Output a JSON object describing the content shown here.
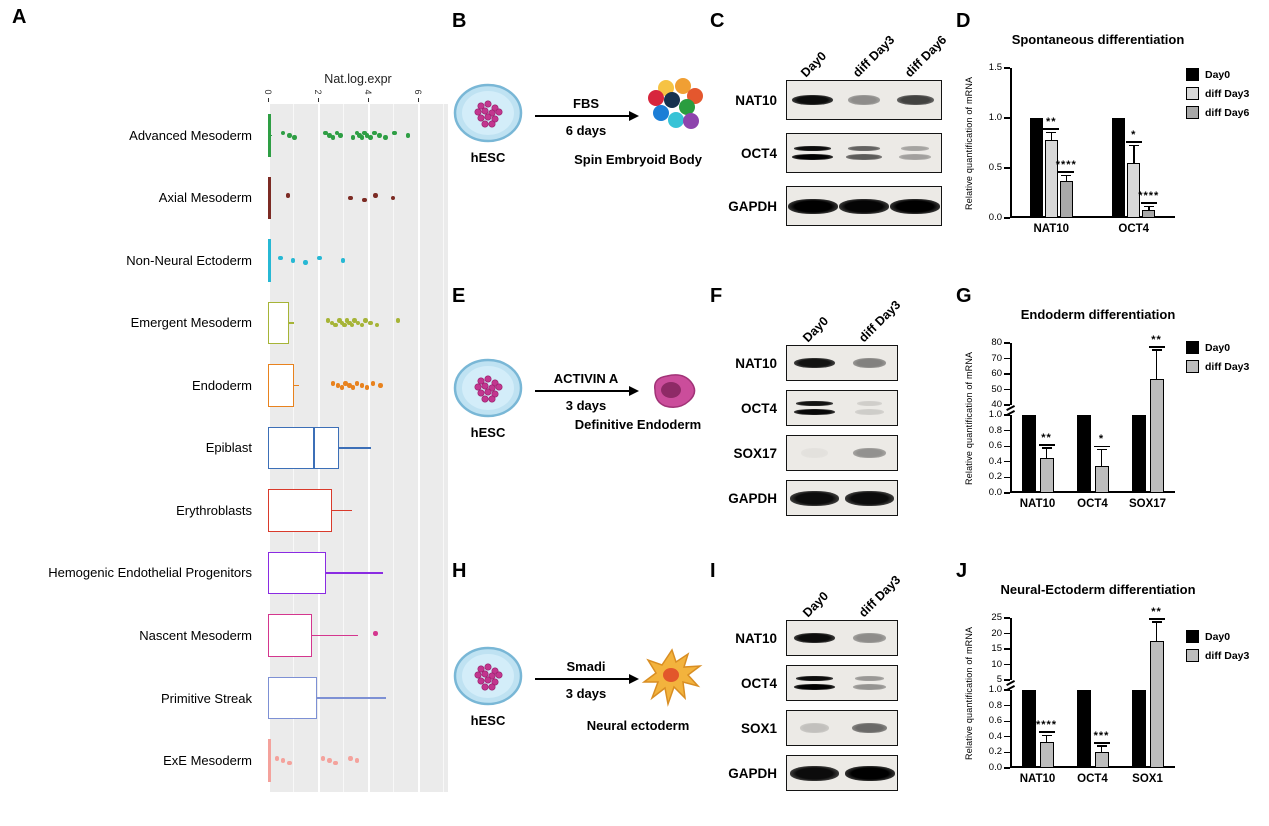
{
  "panel_labels": {
    "A": "A",
    "B": "B",
    "C": "C",
    "D": "D",
    "E": "E",
    "F": "F",
    "G": "G",
    "H": "H",
    "I": "I",
    "J": "J"
  },
  "chart_data": [
    {
      "id": "A",
      "type": "boxplot",
      "orientation": "horizontal",
      "axis_title": "Nat.log.expr",
      "xlim": [
        0,
        7.2
      ],
      "xticks": [
        "0",
        "2",
        "4",
        "6"
      ],
      "background": "#ebebeb",
      "rows": [
        {
          "label": "Advanced Mesoderm",
          "color": "#2e9e44",
          "q1": 0,
          "median": 0,
          "q3": 0.05,
          "whisker": 0.15,
          "points": [
            0.6,
            0.85,
            1.05,
            2.3,
            2.45,
            2.6,
            2.75,
            2.9,
            3.4,
            3.55,
            3.65,
            3.75,
            3.85,
            3.95,
            4.1,
            4.25,
            4.45,
            4.7,
            5.05,
            5.6
          ]
        },
        {
          "label": "Axial Mesoderm",
          "color": "#7c2b24",
          "q1": 0,
          "median": 0,
          "q3": 0.05,
          "whisker": 0.1,
          "points": [
            0.8,
            3.3,
            3.85,
            4.3,
            5.0
          ]
        },
        {
          "label": "Non-Neural Ectoderm",
          "color": "#27b8d4",
          "q1": 0,
          "median": 0,
          "q3": 0.05,
          "whisker": 0.1,
          "points": [
            0.5,
            1.0,
            1.5,
            2.05,
            3.0
          ]
        },
        {
          "label": "Emergent Mesoderm",
          "color": "#a6b437",
          "q1": 0,
          "median": 0,
          "q3": 0.85,
          "whisker": 1.05,
          "points": [
            2.4,
            2.55,
            2.7,
            2.85,
            2.95,
            3.05,
            3.15,
            3.25,
            3.35,
            3.45,
            3.6,
            3.75,
            3.9,
            4.1,
            4.35,
            5.2
          ]
        },
        {
          "label": "Endoderm",
          "color": "#e8821e",
          "q1": 0,
          "median": 0,
          "q3": 1.05,
          "whisker": 1.25,
          "points": [
            2.6,
            2.8,
            2.95,
            3.1,
            3.25,
            3.4,
            3.55,
            3.75,
            3.95,
            4.2,
            4.5
          ]
        },
        {
          "label": "Epiblast",
          "color": "#3c6fb7",
          "q1": 0,
          "median": 1.85,
          "q3": 2.85,
          "whisker": 4.1,
          "points": []
        },
        {
          "label": "Erythroblasts",
          "color": "#d93a2b",
          "q1": 0,
          "median": 0,
          "q3": 2.55,
          "whisker": 3.35,
          "points": []
        },
        {
          "label": "Hemogenic Endothelial Progenitors",
          "color": "#8a2be2",
          "q1": 0,
          "median": 0,
          "q3": 2.3,
          "whisker": 4.6,
          "points": []
        },
        {
          "label": "Nascent Mesoderm",
          "color": "#d4368e",
          "q1": 0,
          "median": 0,
          "q3": 1.75,
          "whisker": 3.6,
          "points": [
            4.3
          ]
        },
        {
          "label": "Primitive Streak",
          "color": "#7d90d4",
          "q1": 0,
          "median": 0,
          "q3": 1.95,
          "whisker": 4.7,
          "points": []
        },
        {
          "label": "ExE Mesoderm",
          "color": "#f4a29c",
          "q1": 0,
          "median": 0,
          "q3": 0.05,
          "whisker": 0.1,
          "points": [
            0.35,
            0.6,
            0.85,
            2.2,
            2.45,
            2.7,
            3.3,
            3.55
          ]
        }
      ]
    },
    {
      "id": "D",
      "type": "bar",
      "title": "Spontaneous differentiation",
      "ylabel": "Relative quantification of mRNA",
      "groups": [
        "NAT10",
        "OCT4"
      ],
      "yticks": [
        "0.0",
        "0.5",
        "1.0",
        "1.5"
      ],
      "ymax": 1.5,
      "legend_position": "top-right",
      "series": [
        {
          "name": "Day0",
          "color": "#000000",
          "values": [
            1.0,
            1.0
          ],
          "errors": [
            0,
            0
          ],
          "sig": [
            "",
            ""
          ]
        },
        {
          "name": "diff Day3",
          "color": "#d8d8d8",
          "values": [
            0.78,
            0.55
          ],
          "errors": [
            0.07,
            0.17
          ],
          "sig": [
            "**",
            "*"
          ]
        },
        {
          "name": "diff Day6",
          "color": "#a8a8a8",
          "values": [
            0.37,
            0.08
          ],
          "errors": [
            0.05,
            0.03
          ],
          "sig": [
            "****",
            "****"
          ]
        }
      ]
    },
    {
      "id": "G",
      "type": "bar",
      "title": "Endoderm differentiation",
      "ylabel": "Relative quantification of mRNA",
      "groups": [
        "NAT10",
        "OCT4",
        "SOX17"
      ],
      "axis_break": true,
      "bottom": {
        "max": 1.0,
        "ticks": [
          "0.0",
          "0.2",
          "0.4",
          "0.6",
          "0.8",
          "1.0"
        ]
      },
      "top": {
        "min": 40,
        "max": 80,
        "ticks": [
          "40",
          "50",
          "60",
          "70",
          "80"
        ]
      },
      "legend_position": "top-right",
      "series": [
        {
          "name": "Day0",
          "color": "#000000",
          "values": [
            1.0,
            1.0,
            1.0
          ],
          "errors": [
            0,
            0,
            0
          ],
          "sig": [
            "",
            "",
            ""
          ]
        },
        {
          "name": "diff Day3",
          "color": "#bdbdbd",
          "values": [
            0.45,
            0.35,
            57
          ],
          "errors": [
            0.12,
            0.2,
            18
          ],
          "sig": [
            "**",
            "*",
            "**"
          ]
        }
      ]
    },
    {
      "id": "J",
      "type": "bar",
      "title": "Neural-Ectoderm differentiation",
      "ylabel": "Relative quantification of mRNA",
      "groups": [
        "NAT10",
        "OCT4",
        "SOX1"
      ],
      "axis_break": true,
      "bottom": {
        "max": 1.0,
        "ticks": [
          "0.0",
          "0.2",
          "0.4",
          "0.6",
          "0.8",
          "1.0"
        ]
      },
      "top": {
        "min": 5,
        "max": 25,
        "ticks": [
          "5",
          "10",
          "15",
          "20",
          "25"
        ]
      },
      "legend_position": "top-right",
      "series": [
        {
          "name": "Day0",
          "color": "#000000",
          "values": [
            1.0,
            1.0,
            1.0
          ],
          "errors": [
            0,
            0,
            0
          ],
          "sig": [
            "",
            "",
            ""
          ]
        },
        {
          "name": "diff Day3",
          "color": "#bdbdbd",
          "values": [
            0.33,
            0.2,
            17.5
          ],
          "errors": [
            0.08,
            0.07,
            6
          ],
          "sig": [
            "****",
            "***",
            "**"
          ]
        }
      ]
    }
  ],
  "diagrams": {
    "B": {
      "cell": "hESC",
      "treatment": "FBS",
      "duration": "6 days",
      "result": "Spin Embryoid Body",
      "cell_icon": "hesc-dish-icon",
      "result_icon": "embryoid-body-icon"
    },
    "E": {
      "cell": "hESC",
      "treatment": "ACTIVIN A",
      "duration": "3 days",
      "result": "Definitive Endoderm",
      "cell_icon": "hesc-dish-icon",
      "result_icon": "endoderm-cell-icon"
    },
    "H": {
      "cell": "hESC",
      "treatment": "Smadi",
      "duration": "3 days",
      "result": "Neural ectoderm",
      "cell_icon": "hesc-dish-icon",
      "result_icon": "neural-ectoderm-cell-icon"
    }
  },
  "blots": {
    "C": {
      "lanes": [
        "Day0",
        "diff Day3",
        "diff Day6"
      ],
      "rows": [
        {
          "label": "NAT10",
          "style": "single",
          "intensities": [
            0.95,
            0.4,
            0.72
          ]
        },
        {
          "label": "OCT4",
          "style": "double",
          "intensities": [
            0.95,
            0.58,
            0.3
          ]
        },
        {
          "label": "GAPDH",
          "style": "thick",
          "intensities": [
            1,
            0.98,
            1
          ]
        }
      ]
    },
    "F": {
      "lanes": [
        "Day0",
        "diff Day3"
      ],
      "rows": [
        {
          "label": "NAT10",
          "style": "single",
          "intensities": [
            0.92,
            0.45
          ]
        },
        {
          "label": "OCT4",
          "style": "double",
          "intensities": [
            0.92,
            0.12
          ]
        },
        {
          "label": "SOX17",
          "style": "single",
          "intensities": [
            0.04,
            0.38
          ]
        },
        {
          "label": "GAPDH",
          "style": "thick",
          "intensities": [
            0.95,
            0.95
          ]
        }
      ]
    },
    "I": {
      "lanes": [
        "Day0",
        "diff Day3"
      ],
      "rows": [
        {
          "label": "NAT10",
          "style": "single",
          "intensities": [
            0.95,
            0.4
          ]
        },
        {
          "label": "OCT4",
          "style": "double",
          "intensities": [
            0.95,
            0.35
          ]
        },
        {
          "label": "SOX1",
          "style": "single",
          "intensities": [
            0.18,
            0.55
          ]
        },
        {
          "label": "GAPDH",
          "style": "thick",
          "intensities": [
            0.95,
            1
          ]
        }
      ]
    }
  }
}
